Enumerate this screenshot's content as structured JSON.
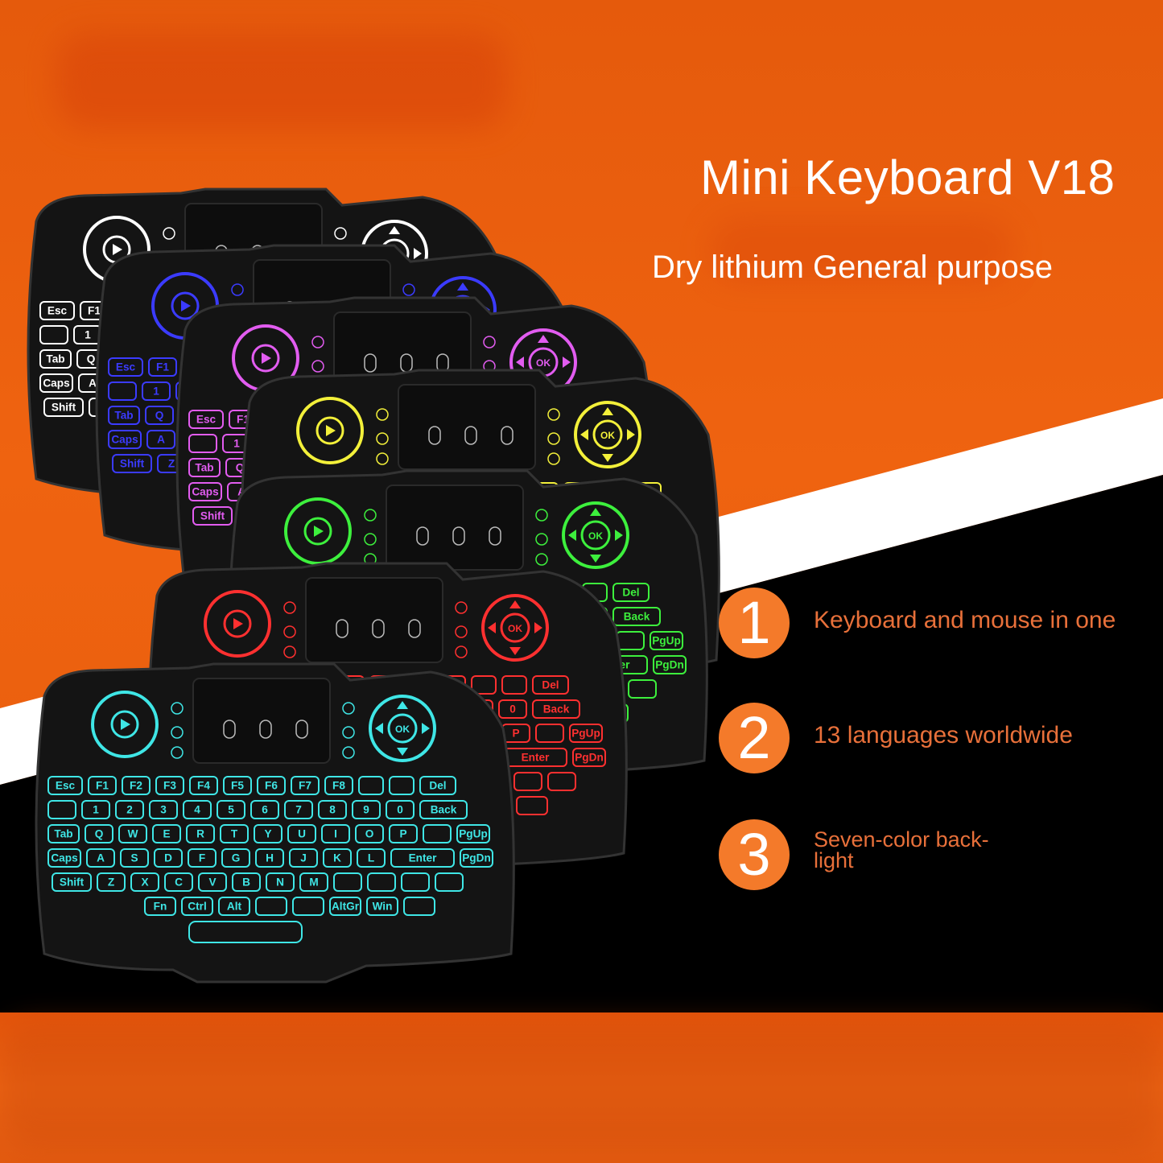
{
  "title": "Mini Keyboard V18",
  "subtitle": "Dry lithium General purpose",
  "features": [
    {
      "number": "1",
      "text": "Keyboard and mouse in one"
    },
    {
      "number": "2",
      "text": "13 languages worldwide"
    },
    {
      "number": "3",
      "text": "Seven-color back-light"
    }
  ],
  "backlight_colors": [
    "#ffffff",
    "#3b3bff",
    "#e25cf0",
    "#f3f03a",
    "#3df03d",
    "#ff3030",
    "#3fe6e6"
  ],
  "keyboard_keys": {
    "esc": "Esc",
    "f1": "F1",
    "tab": "Tab",
    "caps": "Caps",
    "shift": "Shift",
    "del": "Del",
    "back": "Back",
    "ok": "OK",
    "pgup": "PgUp",
    "pgdn": "PgDn",
    "enter": "Enter",
    "fn": "Fn",
    "ctrl": "Ctrl",
    "alt": "Alt",
    "altgr": "AltGr",
    "win": "Win",
    "row_numbers": [
      "1",
      "2",
      "3",
      "4",
      "5",
      "6",
      "7",
      "8",
      "9",
      "0"
    ],
    "row_qwerty": [
      "Q",
      "W",
      "E",
      "R",
      "T",
      "Y",
      "U",
      "I",
      "O",
      "P"
    ],
    "row_asdf": [
      "A",
      "S",
      "D",
      "F",
      "G",
      "H",
      "J",
      "K",
      "L"
    ],
    "row_zxcv": [
      "Z",
      "X",
      "C",
      "V",
      "B",
      "N",
      "M"
    ],
    "row_fkeys": [
      "F1",
      "F2",
      "F3",
      "F4",
      "F5",
      "F6",
      "F7",
      "F8"
    ]
  }
}
